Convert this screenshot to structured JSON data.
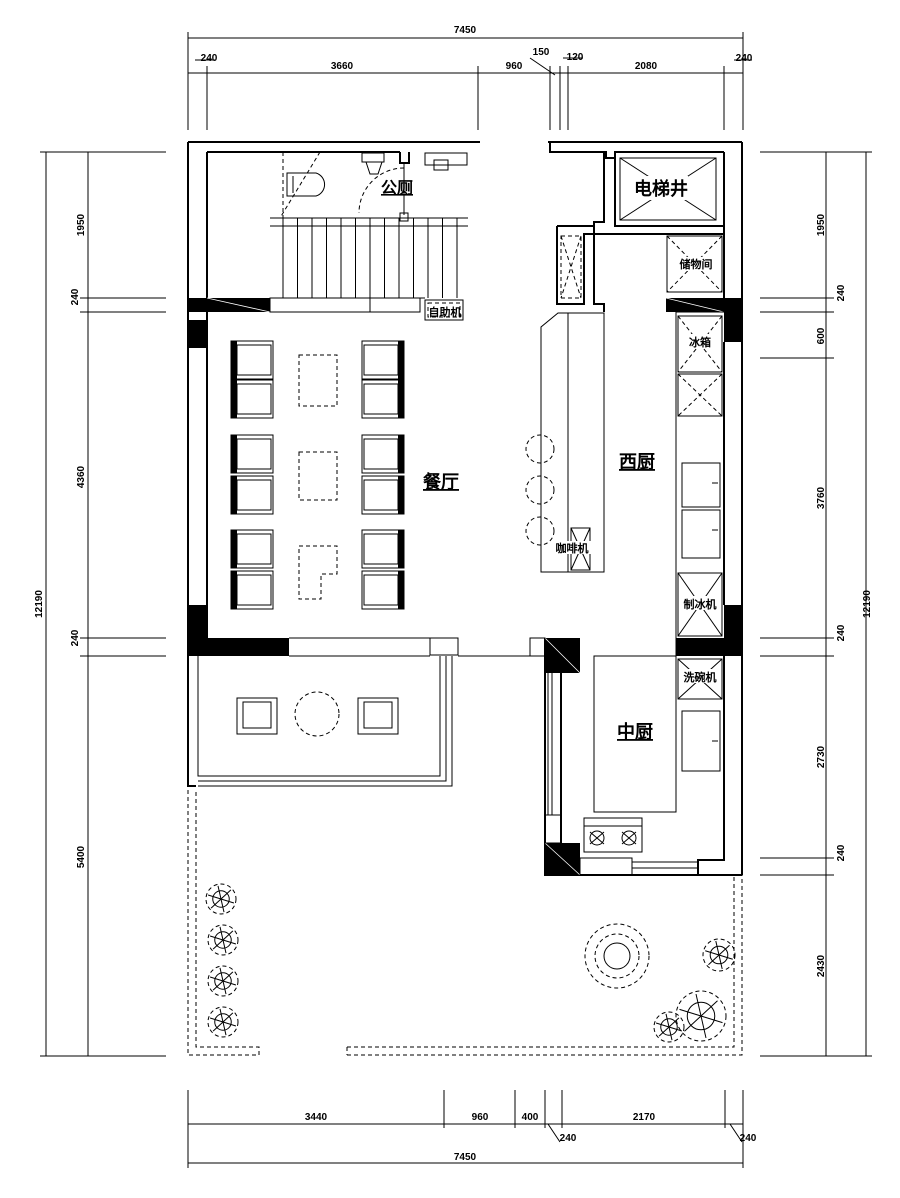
{
  "dims": {
    "top_total": "7450",
    "top": [
      "240",
      "3660",
      "960",
      "150",
      "120",
      "2080",
      "240"
    ],
    "bottom": [
      "3440",
      "960",
      "400",
      "2170"
    ],
    "bottom_small": [
      "240",
      "240"
    ],
    "bottom_total": "7450",
    "left": [
      "1950",
      "240",
      "4360",
      "240",
      "5400"
    ],
    "left_total": "12190",
    "right": [
      "1950",
      "240",
      "600",
      "3760",
      "240",
      "2730",
      "240",
      "2430"
    ],
    "right_total": "12190"
  },
  "rooms": {
    "toilet": "公厕",
    "elevator": "电梯井",
    "storage": "储物间",
    "vending": "自助机",
    "fridge": "冰箱",
    "dining": "餐厅",
    "west_kitchen": "西厨",
    "coffee": "咖啡机",
    "ice": "制冰机",
    "dishwasher": "洗碗机",
    "chinese_kitchen": "中厨"
  }
}
